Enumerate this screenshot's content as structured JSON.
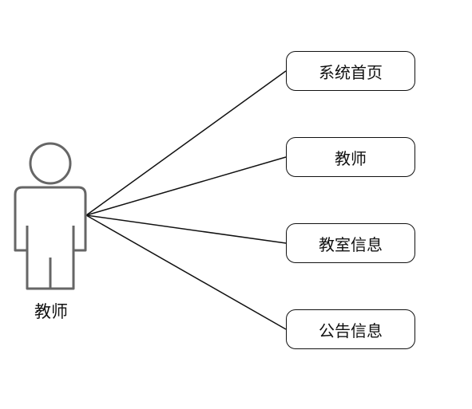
{
  "actor": {
    "label": "教师"
  },
  "use_cases": [
    {
      "label": "系统首页"
    },
    {
      "label": "教师"
    },
    {
      "label": "教室信息"
    },
    {
      "label": "公告信息"
    }
  ],
  "colors": {
    "stroke": "#111111",
    "actor_stroke": "#666666",
    "background": "#ffffff"
  }
}
